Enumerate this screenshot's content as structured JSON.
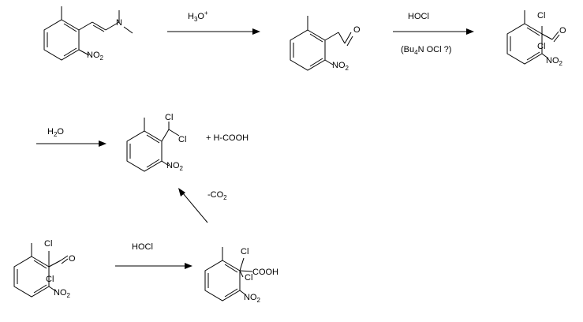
{
  "scheme": {
    "reagents": {
      "r1_above": "H3O+",
      "r2_above": "HOCl",
      "r2_below": "(Bu4N OCl ?)",
      "r3_above": "H2O",
      "r4_above": "HOCl",
      "r5_label": "-CO2"
    },
    "byproduct": "+ H-COOH",
    "molecule_labels": {
      "nitro": "NO2",
      "dimethylamine_n": "N",
      "aldehyde_o": "O",
      "chlorine": "Cl",
      "carboxylic": "COOH"
    }
  }
}
